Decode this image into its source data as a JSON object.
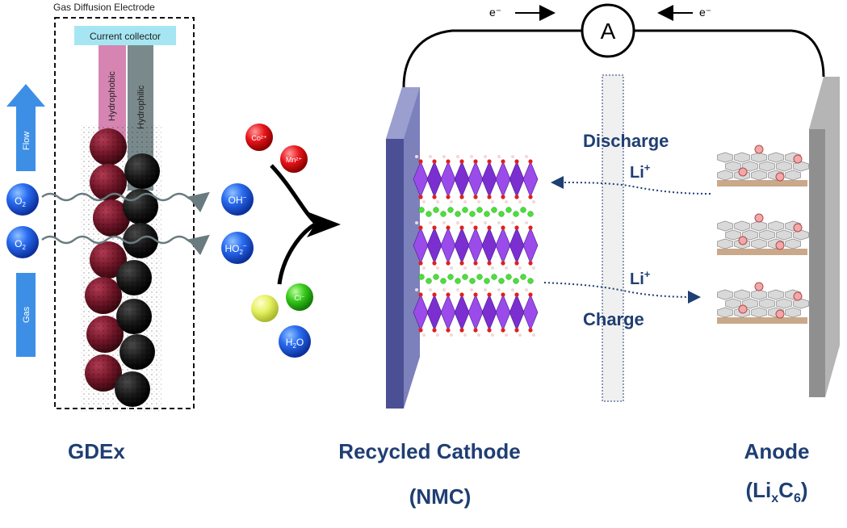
{
  "gde": {
    "title": "Gas Diffusion Electrode",
    "current_collector": "Current collector",
    "hydrophobic": "Hydrophobic",
    "hydrophilic": "Hydrophilic",
    "flow_label": "Flow",
    "gas_label": "Gas",
    "reactant": "O",
    "reactant_sub": "2",
    "product_oh": "OH",
    "product_ho2": "HO",
    "product_ho2_sub": "2",
    "caption": "GDEx"
  },
  "ions": {
    "co": "Co²⁺",
    "mn": "Mn²⁺",
    "cl": "Cl⁻",
    "water": "H",
    "water_sub": "2",
    "water_tail": "O"
  },
  "battery": {
    "ammeter": "A",
    "electron_left": "e⁻",
    "electron_right": "e⁻",
    "discharge": "Discharge",
    "charge": "Charge",
    "li_top": "Li",
    "li_top_sup": "+",
    "li_bottom": "Li",
    "li_bottom_sup": "+",
    "cathode_caption_1": "Recycled Cathode",
    "cathode_caption_2": "(NMC)",
    "anode_caption_1": "Anode",
    "anode_caption_2": "(Li",
    "anode_caption_x": "x",
    "anode_caption_c": "C",
    "anode_caption_6": "6",
    "anode_caption_close": ")"
  },
  "colors": {
    "flow_arrow": "#3d8fe6",
    "current_collector": "#a6e6f2",
    "hydrophobic": "#d685b3",
    "hydrophilic": "#7a8a8c",
    "cathode_plate": "#5e64a4",
    "anode_plate": "#8f8f8f",
    "caption": "#1f3e73"
  }
}
